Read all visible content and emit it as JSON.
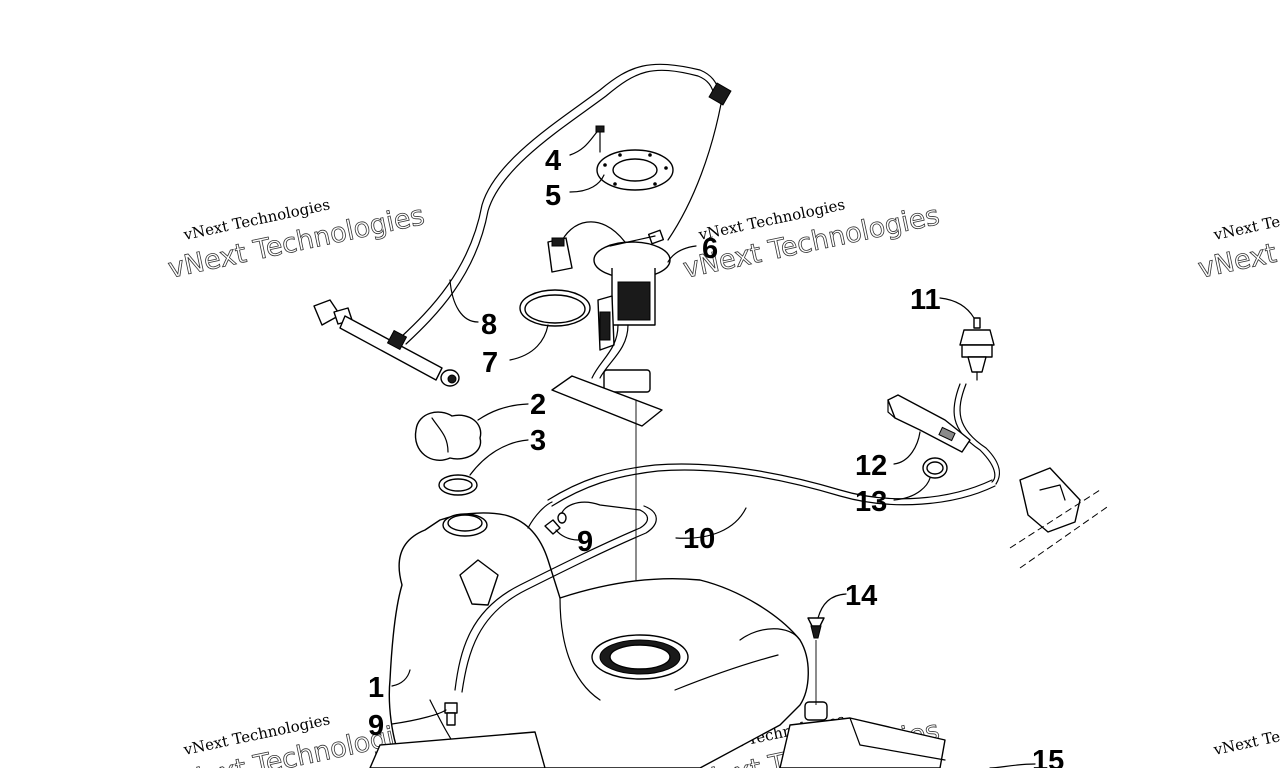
{
  "watermark": {
    "line1": "vNext Technologies",
    "line2": "vNext Technologies"
  },
  "callouts": [
    {
      "id": "1",
      "label": "1"
    },
    {
      "id": "2",
      "label": "2"
    },
    {
      "id": "3",
      "label": "3"
    },
    {
      "id": "4",
      "label": "4"
    },
    {
      "id": "5",
      "label": "5"
    },
    {
      "id": "6",
      "label": "6"
    },
    {
      "id": "7",
      "label": "7"
    },
    {
      "id": "8",
      "label": "8"
    },
    {
      "id": "9a",
      "label": "9"
    },
    {
      "id": "9b",
      "label": "9"
    },
    {
      "id": "10",
      "label": "10"
    },
    {
      "id": "11",
      "label": "11"
    },
    {
      "id": "12",
      "label": "12"
    },
    {
      "id": "13",
      "label": "13"
    },
    {
      "id": "14",
      "label": "14"
    },
    {
      "id": "15",
      "label": "15"
    }
  ]
}
